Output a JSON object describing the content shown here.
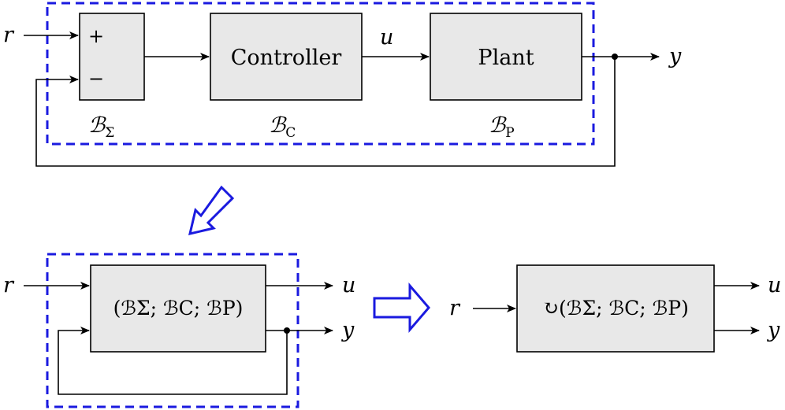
{
  "top": {
    "input_r": "r",
    "plus_sign": "+",
    "minus_sign": "−",
    "controller_label": "Controller",
    "plant_label": "Plant",
    "signal_u": "u",
    "output_y": "y",
    "B_sigma": {
      "base": "ℬ",
      "sub": "Σ"
    },
    "B_C": {
      "base": "ℬ",
      "sub": "C"
    },
    "B_P": {
      "base": "ℬ",
      "sub": "P"
    }
  },
  "bottom_left": {
    "input_r": "r",
    "out_u": "u",
    "out_y": "y",
    "composite_label": "(ℬΣ; ℬC; ℬP)"
  },
  "bottom_right": {
    "input_r": "r",
    "out_u": "u",
    "out_y": "y",
    "loop_symbol": "↻",
    "feedback_label": "(ℬΣ; ℬC; ℬP)"
  },
  "colors": {
    "boundary": "#1a1adf",
    "block_fill": "#e8e8e8"
  }
}
